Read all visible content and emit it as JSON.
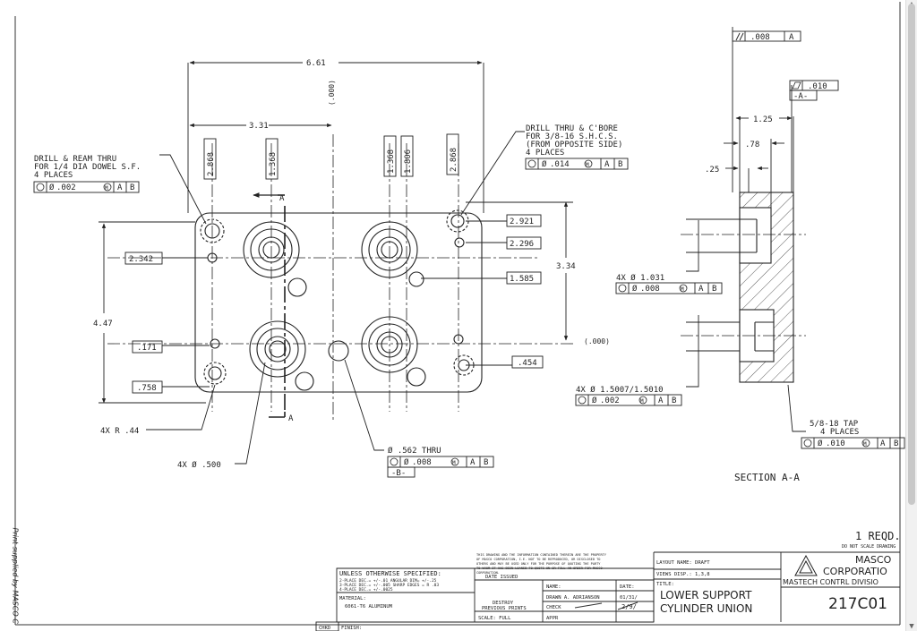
{
  "dims": {
    "overall_width": "6.61",
    "half_width": "3.31",
    "ordinate_zero_top": "(.000)",
    "left_hole_x": "2.868",
    "left_col_x": "1.368",
    "right_col_x1": "1.368",
    "right_col_x2": "1.806",
    "right_hole_x": "2.868",
    "y_2921": "2.921",
    "y_2296": "2.296",
    "y_1585": "1.585",
    "height_334": "3.34",
    "ordinate_zero_right": "(.000)",
    "y_454": ".454",
    "y_2342": "2.342",
    "height_447": "4.47",
    "y_171": ".171",
    "y_758": ".758",
    "radius": "4X R .44",
    "hole_500": "4X Ø .500",
    "hole_1031": "4X Ø 1.031",
    "hole_15007": "4X Ø 1.5007/1.5010",
    "dim_125": "1.25",
    "dim_78": ".78",
    "dim_25": ".25"
  },
  "notes": {
    "dowel_line1": "DRILL & REAM THRU",
    "dowel_line2": "FOR 1/4 DIA DOWEL S.F.",
    "dowel_line3": "4 PLACES",
    "shcs_line1": "DRILL THRU & C'BORE",
    "shcs_line2": "FOR 3/8-16 S.H.C.S.",
    "shcs_line3": "(FROM OPPOSITE SIDE)",
    "shcs_line4": "4 PLACES",
    "center_hole": "Ø .562 THRU",
    "tap_line1": "5/8-18 TAP",
    "tap_line2": "4 PLACES",
    "section_title": "SECTION A-A",
    "section_mark": "A",
    "qty": "1 REQD.",
    "no_scale": "DO NOT SCALE DRAWING",
    "print_supplied": "Print supplied by MASCO C"
  },
  "fcf": {
    "dowel": {
      "tol": ".002",
      "datums": [
        "A",
        "B"
      ]
    },
    "shcs": {
      "tol": ".014",
      "datums": [
        "A",
        "B"
      ]
    },
    "center": {
      "tol": ".008",
      "datums": [
        "A",
        "B"
      ],
      "datum_label": "-B-"
    },
    "c1031": {
      "tol": ".008",
      "datums": [
        "A",
        "B"
      ]
    },
    "c15007": {
      "tol": ".002",
      "datums": [
        "A",
        "B"
      ]
    },
    "tap": {
      "tol": ".010",
      "datums": [
        "A",
        "B"
      ]
    },
    "parallel": {
      "tol": ".008",
      "datum": "A"
    },
    "flatness": {
      "tol": ".010",
      "datum_label": "-A-"
    }
  },
  "title_block": {
    "unless": "UNLESS OTHERWISE SPECIFIED:",
    "tol_2place": "2-PLACE DEC.= +/-.01  ANGULAR DIM= +/-.25",
    "tol_3place": "3-PLACE DEC.= +/-.005  SHARP EDGES = R .03",
    "tol_4place": "4-PLACE DEC.= +/-.0025",
    "proprietary1": "THIS DRAWING AND THE INFORMATION CONTAINED THEREIN ARE THE PROPERTY",
    "proprietary2": "OF MASCO CORPORATION, I.E. NOT TO BE REPRODUCED, OR DISCLOSED TO",
    "proprietary3": "OTHERS AND MAY BE USED ONLY FOR THE PURPOSE OF QUOTING THE PARTY",
    "proprietary4": "TO WHOM IT HAS BEEN LOANED TO QUOTE ON OR FILL AN ORDER FOR MASCO",
    "proprietary5": "CORPORATION.",
    "date_issued": "DATE ISSUED",
    "name_label": "NAME:",
    "date_label": "DATE:",
    "drawn": "DRAWN A. ADRIANSON",
    "drawn_date": "01/31/",
    "check": "CHECK",
    "check_date": "2/9/",
    "destroy1": "DESTROY",
    "destroy2": "PREVIOUS PRINTS",
    "appr": "APPR",
    "material_label": "MATERIAL:",
    "material": "6061-T6 ALUMINUM",
    "scale": "SCALE: FULL",
    "chkd": "CHKD",
    "finish": "FINISH:",
    "layout_name": "LAYOUT NAME: DRAFT",
    "views": "VIEWS DISP.: 1,3,8",
    "title_label": "TITLE:",
    "title1": "LOWER SUPPORT",
    "title2": "CYLINDER UNION",
    "company1": "MASCO",
    "company2": "CORPORATIO",
    "division": "MASTECH CONTRL DIVISIO",
    "part_no": "217C01"
  }
}
